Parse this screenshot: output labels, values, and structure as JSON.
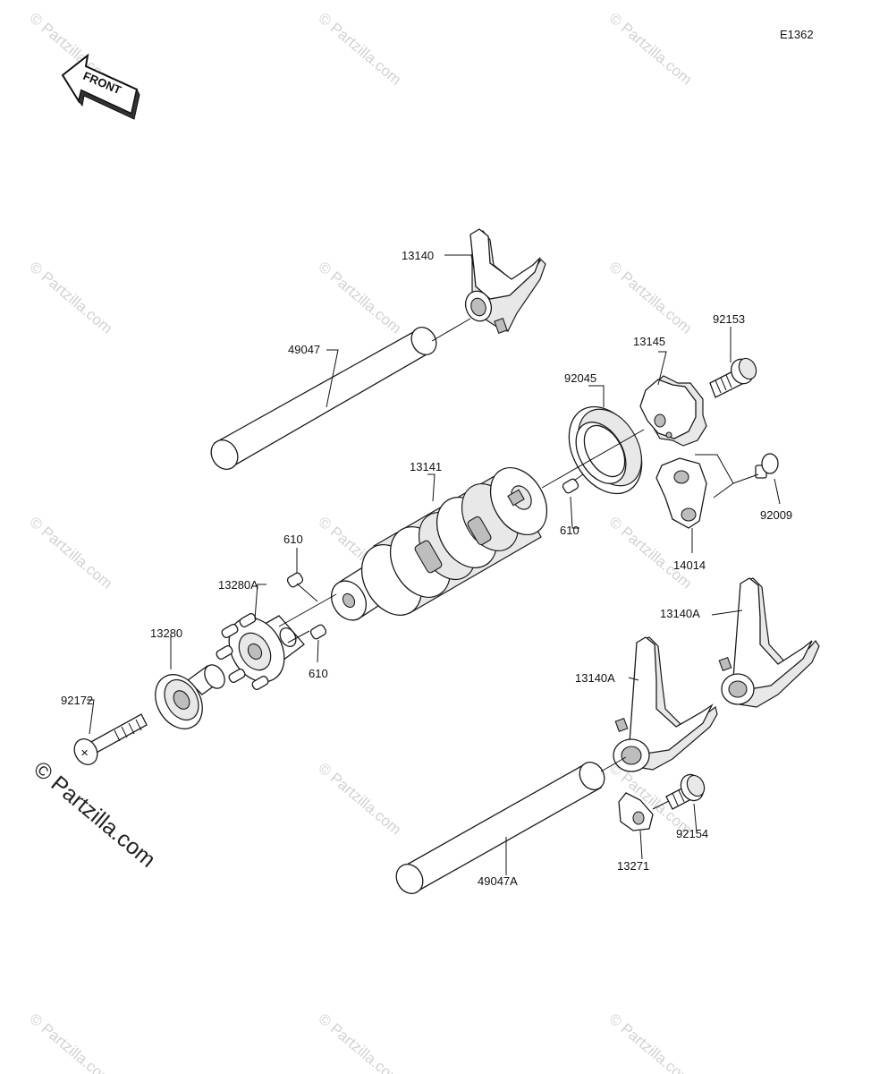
{
  "diagram": {
    "code": "E1362",
    "front_label": "FRONT",
    "watermark_text": "© Partzilla.com",
    "parts": [
      {
        "id": "13140",
        "label": "13140"
      },
      {
        "id": "49047",
        "label": "49047"
      },
      {
        "id": "13145",
        "label": "13145"
      },
      {
        "id": "92153",
        "label": "92153"
      },
      {
        "id": "92045",
        "label": "92045"
      },
      {
        "id": "13141",
        "label": "13141"
      },
      {
        "id": "610a",
        "label": "610"
      },
      {
        "id": "610b",
        "label": "610"
      },
      {
        "id": "610c",
        "label": "610"
      },
      {
        "id": "92009",
        "label": "92009"
      },
      {
        "id": "14014",
        "label": "14014"
      },
      {
        "id": "13280A",
        "label": "13280A"
      },
      {
        "id": "13280",
        "label": "13280"
      },
      {
        "id": "13140A-right",
        "label": "13140A"
      },
      {
        "id": "13140A-left",
        "label": "13140A"
      },
      {
        "id": "92172",
        "label": "92172"
      },
      {
        "id": "92154",
        "label": "92154"
      },
      {
        "id": "13271",
        "label": "13271"
      },
      {
        "id": "49047A",
        "label": "49047A"
      }
    ]
  }
}
